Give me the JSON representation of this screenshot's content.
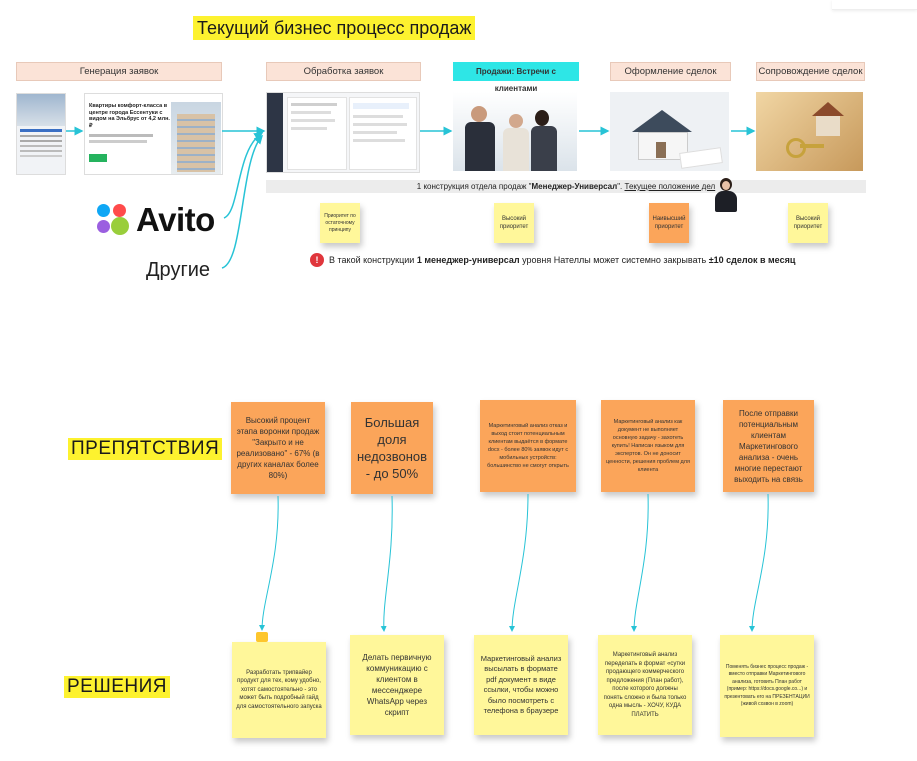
{
  "title": "Текущий бизнес процесс продаж",
  "stages": [
    {
      "label": "Генерация заявок"
    },
    {
      "label": "Обработка заявок"
    },
    {
      "label": "Продажи: Встречи с клиентами"
    },
    {
      "label": "Оформление сделок"
    },
    {
      "label": "Сопровождение сделок"
    }
  ],
  "landing": {
    "heading": "Квартиры комфорт-класса в центре города Ессентуки с видом на Эльбрус от 4,2 млн. ₽"
  },
  "sources": {
    "avito": "Avito",
    "other": "Другие"
  },
  "caption": {
    "prefix": "1 конструкция отдела продаж \"",
    "bold": "Менеджер-Универсал",
    "middle": "\". ",
    "link": "Текущее положение дел"
  },
  "priority_notes": [
    {
      "text": "Приоритет по остаточному принципу"
    },
    {
      "text": "Высокий приоритет"
    },
    {
      "text": "Наивысший приоритет"
    },
    {
      "text": "Высокий приоритет"
    }
  ],
  "warning": {
    "pre": "В такой конструкции ",
    "b1": "1 менеджер-универсал",
    "mid": " уровня Нателлы может системно закрывать ",
    "b2": "±10 сделок в месяц"
  },
  "labels": {
    "obstacles": "ПРЕПЯТСТВИЯ",
    "solutions": "РЕШЕНИЯ"
  },
  "obstacles": [
    {
      "text": "Высокий процент этапа воронки продаж \"Закрыто и не реализовано\" - 67% (в других каналах более 80%)"
    },
    {
      "text": "Большая доля недозвонов - до 50%"
    },
    {
      "text": "Маркетинговый анализ отказ и выход стоит потенциальным клиентам выдаётся в формате docx - более 80% заявок идут с мобильных устройств: большинство не смогут открыть"
    },
    {
      "text": "Маркетинговый анализ как документ не выполняет основную задачу - захотеть купить! Написан языком для экспертов. Он не доносит ценности, решения проблем для клиента"
    },
    {
      "text": "После отправки потенциальным клиентам Маркетингового анализа - очень многие перестают выходить на связь"
    }
  ],
  "solutions": [
    {
      "text": "Разработать трипвайер продукт для тех, кому удобно, хотят самостоятельно - это может быть подробный гайд для самостоятельного запуска"
    },
    {
      "text": "Делать первичную коммуникацию с клиентом в мессенджере WhatsApp через скрипт"
    },
    {
      "text": "Маркетинговый анализ высылать в формате pdf документ в виде ссылки, чтобы можно было посмотреть с телефона в браузере"
    },
    {
      "text": "Маркетинговый анализ переделать в формат «сутки продающего коммерческого предложения (План работ), после которого должны понять сложно и была только одна мысль - ХОЧУ, КУДА ПЛАТИТЬ"
    },
    {
      "text": "Поменять бизнес процесс продаж - вместо отправки Маркетингового анализа, готовить План работ (пример: https://docs.google.co...) и презентовать его на ПРЕЗЕНТАЦИИ (живой созвон в zoom)"
    }
  ],
  "colors": {
    "accent_cyan": "#27c3d6",
    "highlight_yellow": "#fdf22f",
    "note_yellow": "#fff79a",
    "note_orange": "#fba55a",
    "stage_peach": "#fbe3d7",
    "warning_red": "#e0363c",
    "avito_blue": "#0fa7f5",
    "avito_green": "#99ce3b",
    "avito_red": "#ff4b4b",
    "avito_purple": "#9b5fe0"
  },
  "icons": {
    "warning": "warning-triangle-icon",
    "comment": "comment-icon"
  }
}
